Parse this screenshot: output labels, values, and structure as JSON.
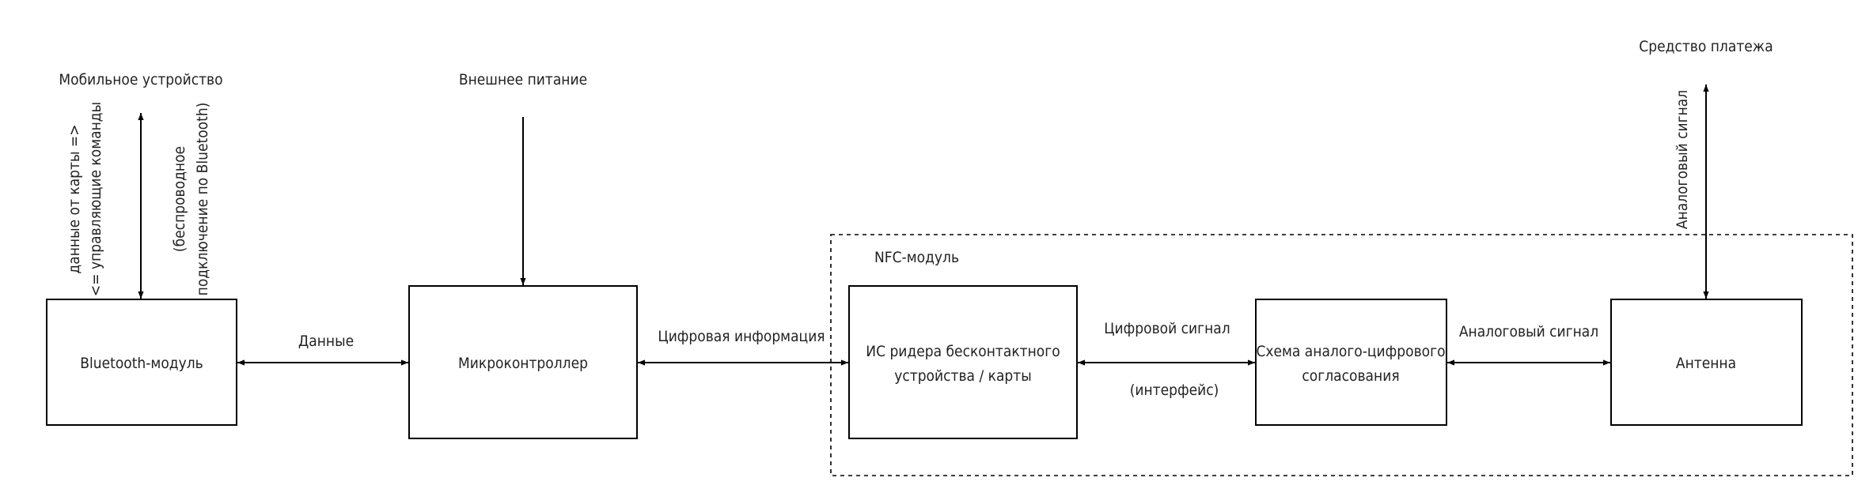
{
  "diagram": {
    "nodes": {
      "bluetooth": {
        "label": "Bluetooth-модуль"
      },
      "mcu": {
        "label": "Микроконтроллер"
      },
      "ic_reader": {
        "line1": "ИС ридера бесконтактного",
        "line2": "устройства / карты"
      },
      "adc_matching": {
        "line1": "Схема аналого-цифрового",
        "line2": "согласования"
      },
      "antenna": {
        "label": "Антенна"
      }
    },
    "group": {
      "label": "NFC-модуль"
    },
    "external": {
      "mobile": "Мобильное устройство",
      "power": "Внешнее питание",
      "payment": "Средство платежа"
    },
    "edges": {
      "bt_mcu": "Данные",
      "mcu_ic": "Цифровая информация",
      "ic_adc_top": "Цифровой сигнал",
      "ic_adc_bottom": "(интерфейс)",
      "adc_ant": "Аналоговый сигнал",
      "ant_payment": "Аналоговый сигнал",
      "mobile_left_1": "данные от карты =>",
      "mobile_left_2": "<= управляющие команды",
      "mobile_right_1": "(беспроводное",
      "mobile_right_2": "подключение по Bluetooth)"
    }
  }
}
